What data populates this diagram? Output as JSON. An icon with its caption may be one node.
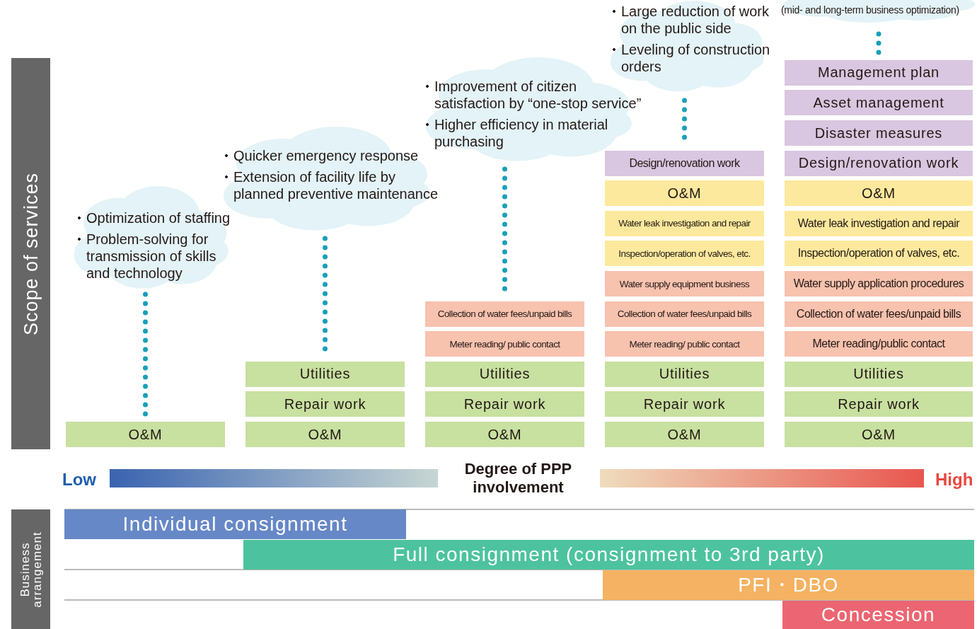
{
  "diagram": {
    "nodes": [
      {
        "text": [
          "Scope of services"
        ]
      },
      {
        "text": [
          "Optimization of staffing",
          "Problem-solving for transmission of skills and technology"
        ]
      },
      {
        "text": [
          "O&M"
        ]
      },
      {
        "text": [
          "Quicker emergency response",
          "Extension of facility life by planned preventive maintenance"
        ]
      },
      {
        "text": [
          "Utilities"
        ]
      },
      {
        "text": [
          "Repair work"
        ]
      },
      {
        "text": [
          "O&M"
        ]
      },
      {
        "text": [
          "Improvement of citizen satisfaction by “one-stop service”",
          "Higher efficiency in material purchasing"
        ]
      },
      {
        "text": [
          "Collection of water fees/unpaid bills"
        ]
      },
      {
        "text": [
          "Meter reading/ public contact"
        ]
      },
      {
        "text": [
          "Utilities"
        ]
      },
      {
        "text": [
          "Repair work"
        ]
      },
      {
        "text": [
          "O&M"
        ]
      },
      {
        "text": [
          "Large reduction of work on the public side",
          "Leveling of construction orders"
        ]
      },
      {
        "text": [
          "Design/renovation work"
        ]
      },
      {
        "text": [
          "O&M"
        ]
      },
      {
        "text": [
          "Water leak investigation and repair"
        ]
      },
      {
        "text": [
          "Inspection/operation of valves, etc."
        ]
      },
      {
        "text": [
          "Water supply equipment business"
        ]
      },
      {
        "text": [
          "Collection of water fees/unpaid bills"
        ]
      },
      {
        "text": [
          "Meter reading/ public contact"
        ]
      },
      {
        "text": [
          "Utilities"
        ]
      },
      {
        "text": [
          "Repair work"
        ]
      },
      {
        "text": [
          "O&M"
        ]
      },
      {
        "text": [
          "(mid- and long-term business optimization)"
        ]
      },
      {
        "text": [
          "Management plan"
        ]
      },
      {
        "text": [
          "Asset management"
        ]
      },
      {
        "text": [
          "Disaster measures"
        ]
      },
      {
        "text": [
          "Design/renovation work"
        ]
      },
      {
        "text": [
          "O&M"
        ]
      },
      {
        "text": [
          "Water leak investigation and repair"
        ]
      },
      {
        "text": [
          "Inspection/operation of valves, etc."
        ]
      },
      {
        "text": [
          "Water supply application procedures"
        ]
      },
      {
        "text": [
          "Collection of water fees/unpaid bills"
        ]
      },
      {
        "text": [
          "Meter reading/public contact"
        ]
      },
      {
        "text": [
          "Utilities"
        ]
      },
      {
        "text": [
          "Repair work"
        ]
      },
      {
        "text": [
          "O&M"
        ]
      },
      {
        "text": [
          "Business arrangement"
        ]
      },
      {
        "text": [
          "Individual consignment"
        ]
      },
      {
        "text": [
          "Full consignment (consignment to 3rd party)"
        ]
      },
      {
        "text": [
          "PFI・DBO"
        ]
      },
      {
        "text": [
          "Concession"
        ]
      },
      {
        "text": [],
        "shape": "bar"
      },
      {
        "text": [],
        "shape": "bar"
      }
    ],
    "edges": [
      {
        "from": 1,
        "to": 2,
        "arrow": "none"
      },
      {
        "from": 3,
        "to": 4,
        "arrow": "none"
      },
      {
        "from": 7,
        "to": 8,
        "arrow": "none"
      },
      {
        "from": 13,
        "to": 14,
        "arrow": "none"
      },
      {
        "from": 24,
        "to": 25,
        "arrow": "none"
      }
    ],
    "labels": [
      "Low",
      "Degree of PPP involvement",
      "High"
    ]
  }
}
